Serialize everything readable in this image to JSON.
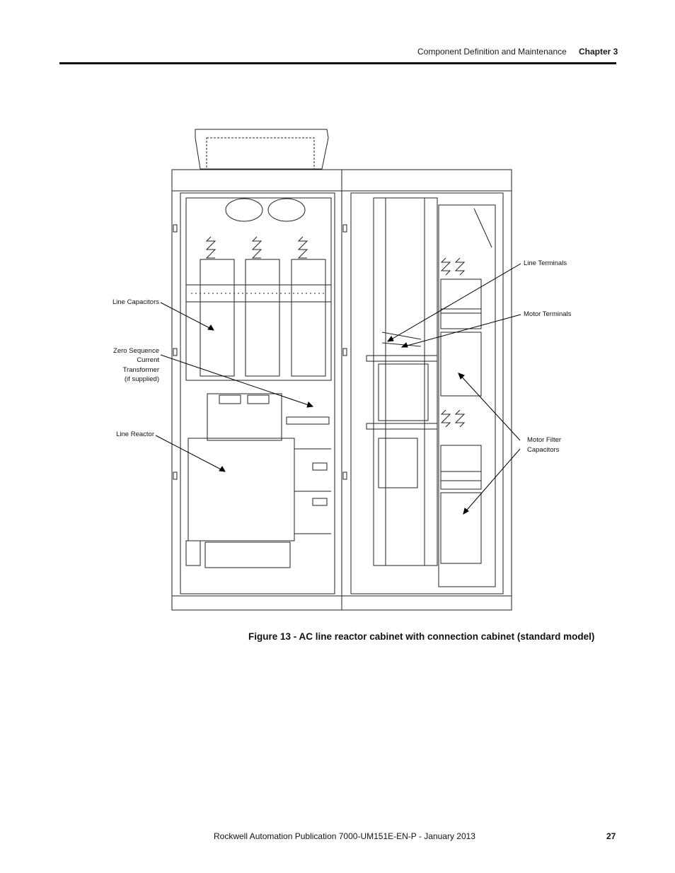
{
  "header": {
    "section_title": "Component Definition and Maintenance",
    "chapter": "Chapter 3"
  },
  "figure": {
    "callouts": {
      "line_capacitors": "Line Capacitors",
      "zst_1": "Zero Sequence",
      "zst_2": "Current",
      "zst_3": "Transformer",
      "zst_4": "(if supplied)",
      "line_reactor": "Line Reactor",
      "line_terminals": "Line Terminals",
      "motor_terminals": "Motor Terminals",
      "mfc_1": "Motor Filter",
      "mfc_2": "Capacitors"
    },
    "caption": "Figure 13 - AC line reactor cabinet with connection cabinet (standard model)"
  },
  "footer": {
    "publication": "Rockwell Automation Publication 7000-UM151E-EN-P - January 2013",
    "page_number": "27"
  }
}
